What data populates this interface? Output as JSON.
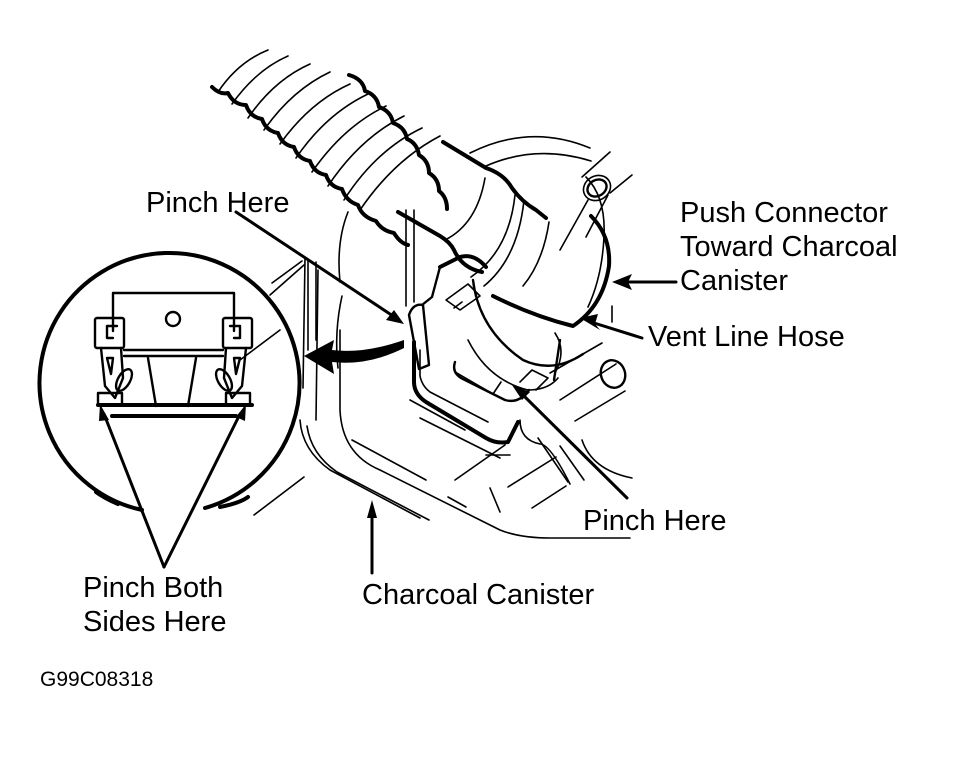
{
  "figure": {
    "code": "G99C08318",
    "colors": {
      "ink": "#000000",
      "background": "#ffffff"
    }
  },
  "callouts": {
    "pinch_here_top": "Pinch Here",
    "push_connector": [
      "Push Connector",
      "Toward Charcoal",
      "Canister"
    ],
    "vent_line_hose": "Vent Line Hose",
    "pinch_here_bottom": "Pinch Here",
    "charcoal_canister": "Charcoal Canister",
    "pinch_both_sides": [
      "Pinch Both",
      "Sides Here"
    ]
  }
}
